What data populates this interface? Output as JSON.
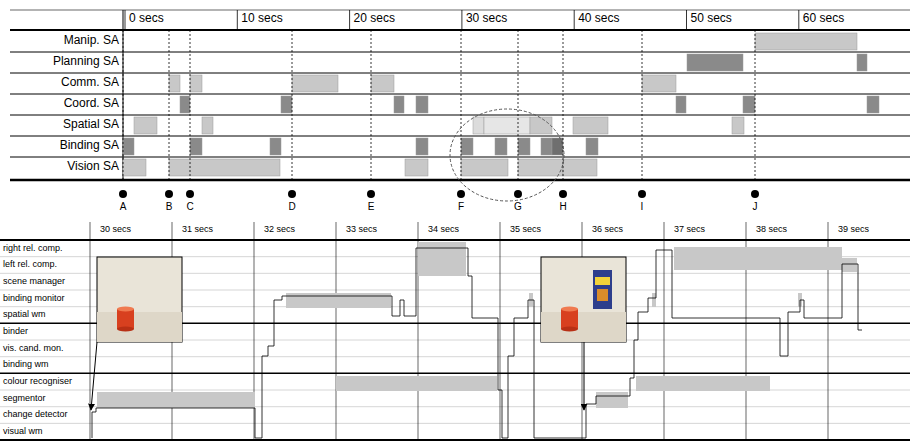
{
  "diagram": {
    "labels": [
      "0 secs",
      "10 secs",
      "20 secs",
      "30 secs",
      "40 secs",
      "50 secs",
      "60 secs",
      "Manip. SA",
      "Planning SA",
      "Comm. SA",
      "Coord. SA",
      "Spatial SA",
      "Binding SA",
      "Vision SA",
      "A",
      "B",
      "C",
      "D",
      "E",
      "F",
      "G",
      "H",
      "I",
      "J",
      "30 secs",
      "31 secs",
      "32 secs",
      "33 secs",
      "34 secs",
      "35 secs",
      "36 secs",
      "37 secs",
      "38 secs",
      "39 secs",
      "right rel. comp.",
      "left rel. comp.",
      "scene manager",
      "binding monitor",
      "spatial wm",
      "binder",
      "vis. cand. mon.",
      "binding wm",
      "colour recogniser",
      "segmentor",
      "change detector",
      "visual wm"
    ]
  }
}
